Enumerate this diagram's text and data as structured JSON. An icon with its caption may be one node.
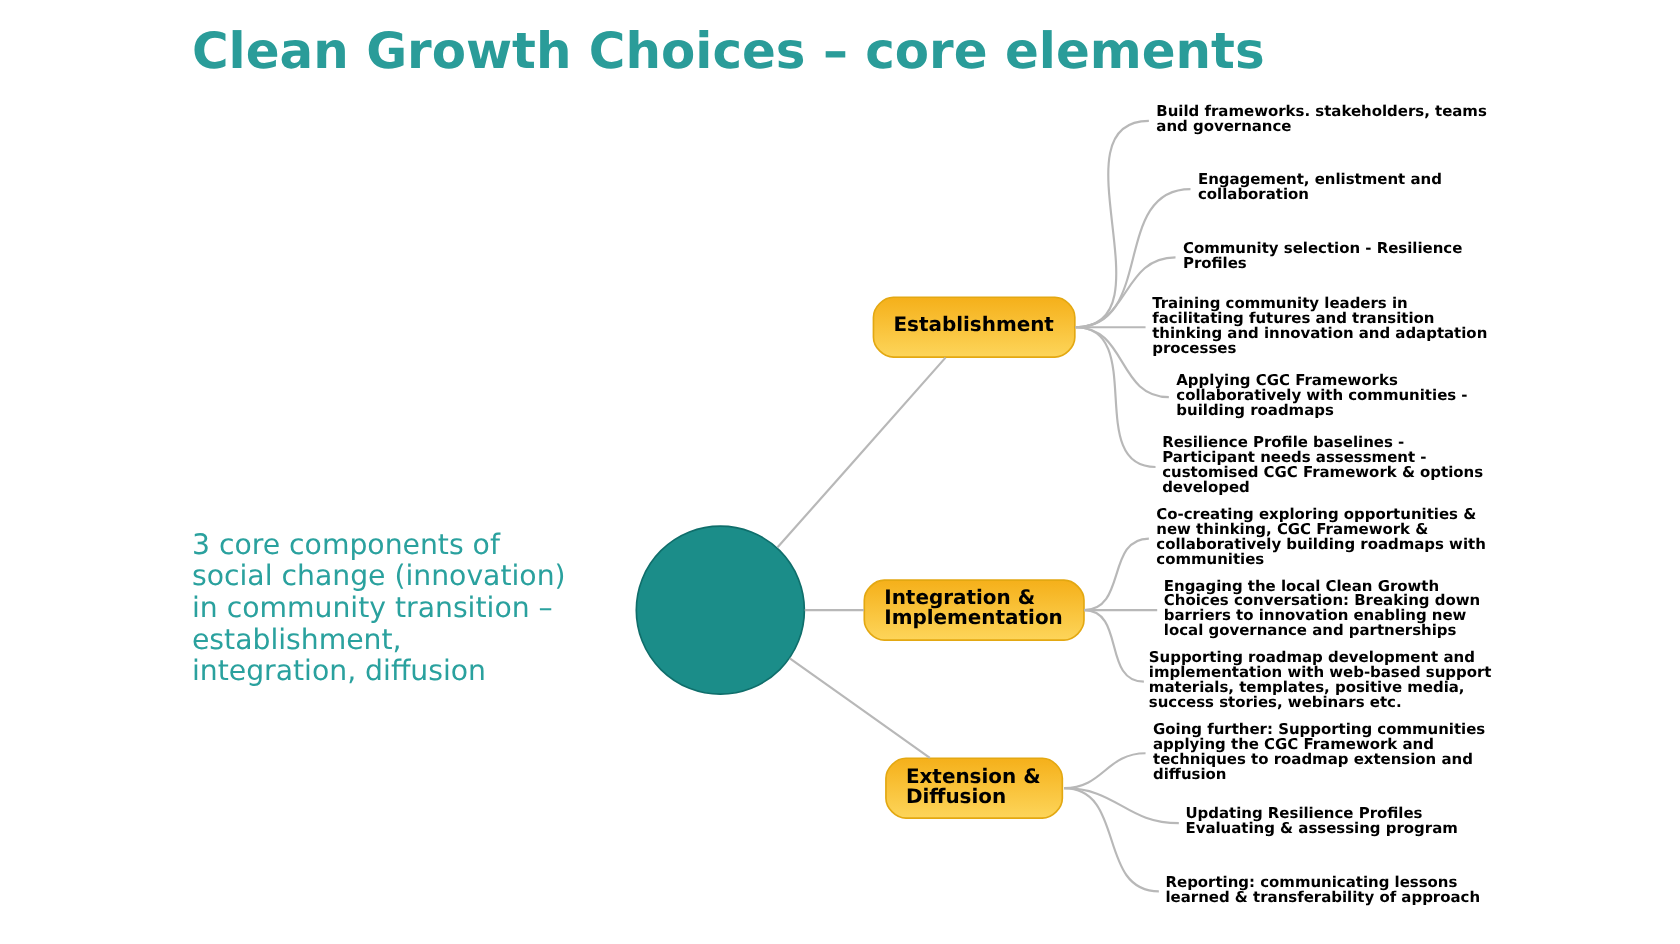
{
  "diagram": {
    "title": "Clean Growth Choices – core elements",
    "nodes": [
      {
        "text": [],
        "shape": "circle"
      },
      {
        "text": [
          "Establishment"
        ]
      },
      {
        "text": [
          "Build frameworks. stakeholders, teams and governance"
        ]
      },
      {
        "text": [
          "Engagement, enlistment and collaboration"
        ]
      },
      {
        "text": [
          "Community selection - Resilience Profiles"
        ]
      },
      {
        "text": [
          "Training community leaders in facilitating futures and transition thinking and innovation and adaptation processes"
        ]
      },
      {
        "text": [
          "Applying CGC Frameworks collaboratively with communities - building roadmaps"
        ]
      },
      {
        "text": [
          "Resilience Profile baselines - Participant needs assessment - customised CGC Framework & options developed"
        ]
      },
      {
        "text": [
          "Integration & Implementation"
        ]
      },
      {
        "text": [
          "Co-creating exploring opportunities & new thinking, CGC Framework & collaboratively building roadmaps with communities"
        ]
      },
      {
        "text": [
          "Engaging the local Clean Growth Choices conversation: Breaking down barriers to innovation enabling new local governance and partnerships"
        ]
      },
      {
        "text": [
          "Supporting roadmap development and implementation with web-based support materials, templates, positive media, success stories, webinars etc."
        ]
      },
      {
        "text": [
          "Extension & Diffusion"
        ]
      },
      {
        "text": [
          "Going further: Supporting communities applying the CGC Framework and techniques to roadmap extension and diffusion"
        ]
      },
      {
        "text": [
          "Updating Resilience Profiles Evaluating & assessing program"
        ]
      },
      {
        "text": [
          "Reporting: communicating lessons learned & transferability of approach"
        ]
      }
    ],
    "edges": [
      {
        "from": 0,
        "to": 1,
        "arrow": "none"
      },
      {
        "from": 0,
        "to": 8,
        "arrow": "none"
      },
      {
        "from": 0,
        "to": 12,
        "arrow": "none"
      },
      {
        "from": 1,
        "to": 2,
        "arrow": "none"
      },
      {
        "from": 1,
        "to": 3,
        "arrow": "none"
      },
      {
        "from": 1,
        "to": 4,
        "arrow": "none"
      },
      {
        "from": 1,
        "to": 5,
        "arrow": "none"
      },
      {
        "from": 1,
        "to": 6,
        "arrow": "none"
      },
      {
        "from": 1,
        "to": 7,
        "arrow": "none"
      },
      {
        "from": 8,
        "to": 9,
        "arrow": "none"
      },
      {
        "from": 8,
        "to": 10,
        "arrow": "none"
      },
      {
        "from": 8,
        "to": 11,
        "arrow": "none"
      },
      {
        "from": 12,
        "to": 13,
        "arrow": "none"
      },
      {
        "from": 12,
        "to": 14,
        "arrow": "none"
      },
      {
        "from": 12,
        "to": 15,
        "arrow": "none"
      }
    ],
    "labels": [
      "3 core components of social change (innovation) in community transition – establishment, integration, diffusion"
    ]
  }
}
